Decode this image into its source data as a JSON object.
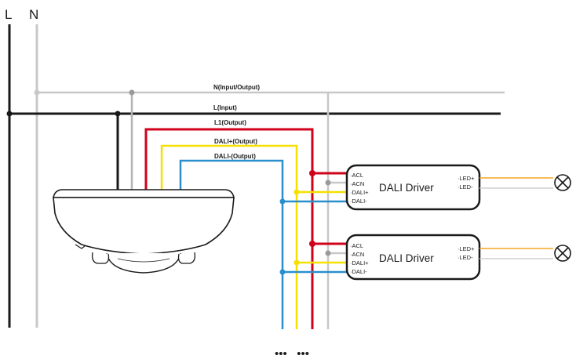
{
  "supply": {
    "line_label": "L",
    "neutral_label": "N"
  },
  "bus": {
    "n": "N(Input/Output)",
    "l": "L(Input)",
    "l1": "L1(Output)",
    "dali_pos": "DALI+(Output)",
    "dali_neg": "DALI-(Output)"
  },
  "drivers": [
    {
      "title": "DALI Driver",
      "pins_in": [
        "·ACL",
        "·ACN",
        "·DALI+",
        "·DALI-"
      ],
      "pins_out": [
        "·LED+",
        "·LED-"
      ]
    },
    {
      "title": "DALI Driver",
      "pins_in": [
        "·ACL",
        "·ACN",
        "·DALI+",
        "·DALI-"
      ],
      "pins_out": [
        "·LED+",
        "·LED-"
      ]
    }
  ],
  "continuation": "•••   •••",
  "colors": {
    "line": "#1a1a1a",
    "neutral": "#c8c8c8",
    "l1": "#d0021b",
    "dali_pos": "#f5e000",
    "dali_neg": "#2a8fcc",
    "led_pos": "#f5a623",
    "led_neg": "#d0d0d0"
  },
  "icons": {
    "lamp": "lamp-cross-icon",
    "sensor": "ceiling-sensor-icon"
  }
}
